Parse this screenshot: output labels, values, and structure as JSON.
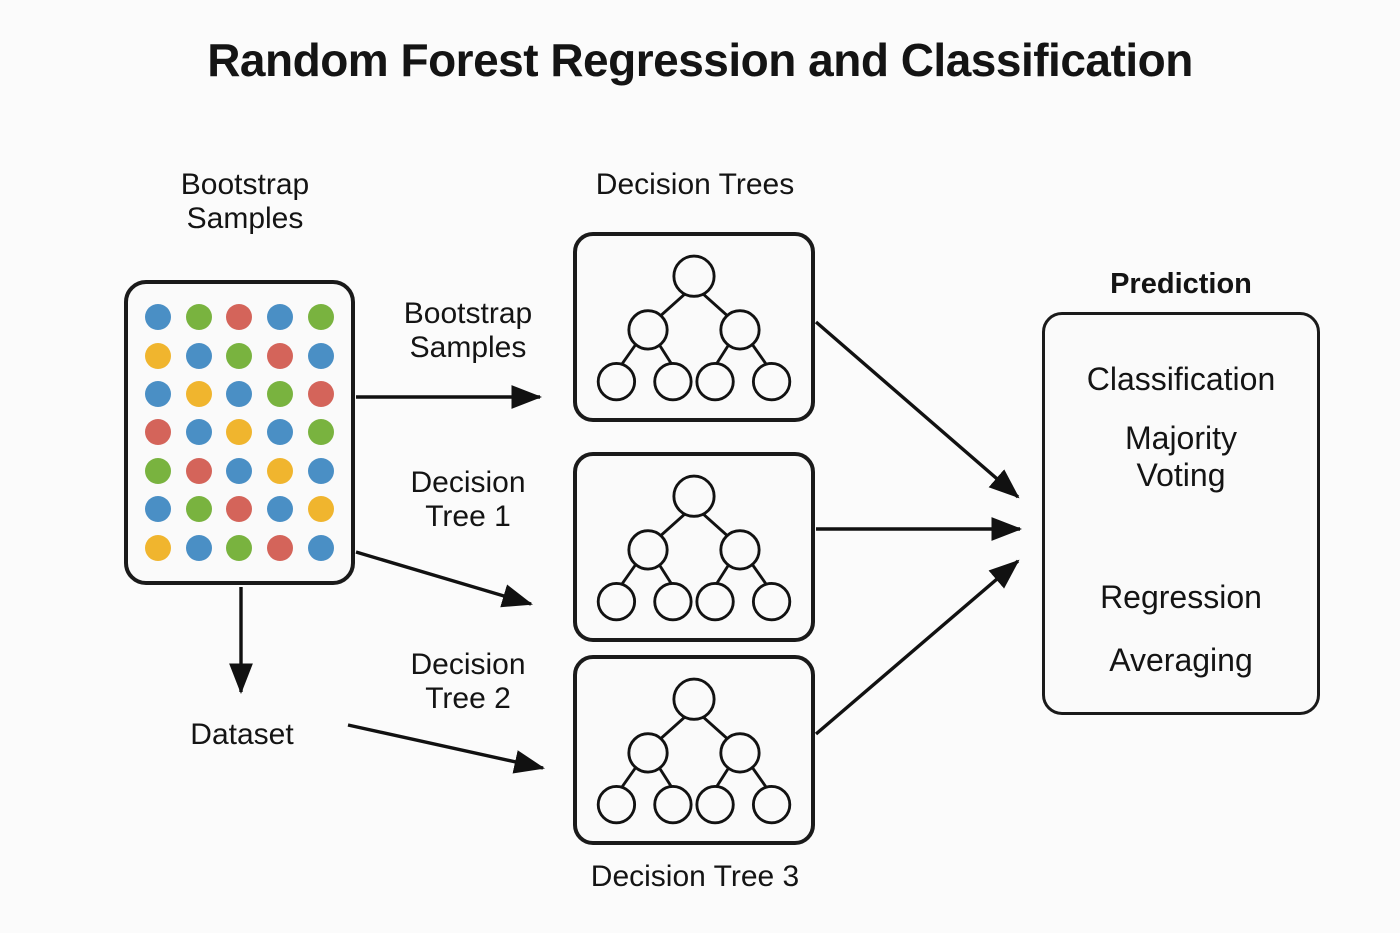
{
  "page": {
    "title": "Random Forest Regression and Classification",
    "background_color": "#fbfbfb",
    "ink_color": "#141414"
  },
  "palette": {
    "blue": "#4a8fc5",
    "green": "#79b33f",
    "red": "#d4645a",
    "yellow": "#f0b52e"
  },
  "bootstrap_samples": {
    "heading": "Bootstrap\nSamples",
    "grid_rows": 7,
    "grid_cols": 5,
    "dots": [
      [
        "blue",
        "green",
        "red",
        "blue",
        "green"
      ],
      [
        "yellow",
        "blue",
        "green",
        "red",
        "blue"
      ],
      [
        "blue",
        "yellow",
        "blue",
        "green",
        "red"
      ],
      [
        "red",
        "blue",
        "yellow",
        "blue",
        "green"
      ],
      [
        "green",
        "red",
        "blue",
        "yellow",
        "blue"
      ],
      [
        "blue",
        "green",
        "red",
        "blue",
        "yellow"
      ],
      [
        "yellow",
        "blue",
        "green",
        "red",
        "blue"
      ]
    ]
  },
  "decision_trees": {
    "heading": "Decision Trees",
    "tree_caption_bottom": "Decision Tree 3",
    "structure": {
      "levels": 3,
      "root_children": 2,
      "leaves": 4
    }
  },
  "edge_labels": {
    "bootstrap_samples": "Bootstrap\nSamples",
    "decision_tree_1": "Decision\nTree 1",
    "decision_tree_2": "Decision\nTree 2",
    "dataset": "Dataset"
  },
  "prediction": {
    "heading": "Prediction",
    "classification_label": "Classification",
    "classification_method": "Majority\nVoting",
    "regression_label": "Regression",
    "regression_method": "Averaging"
  }
}
